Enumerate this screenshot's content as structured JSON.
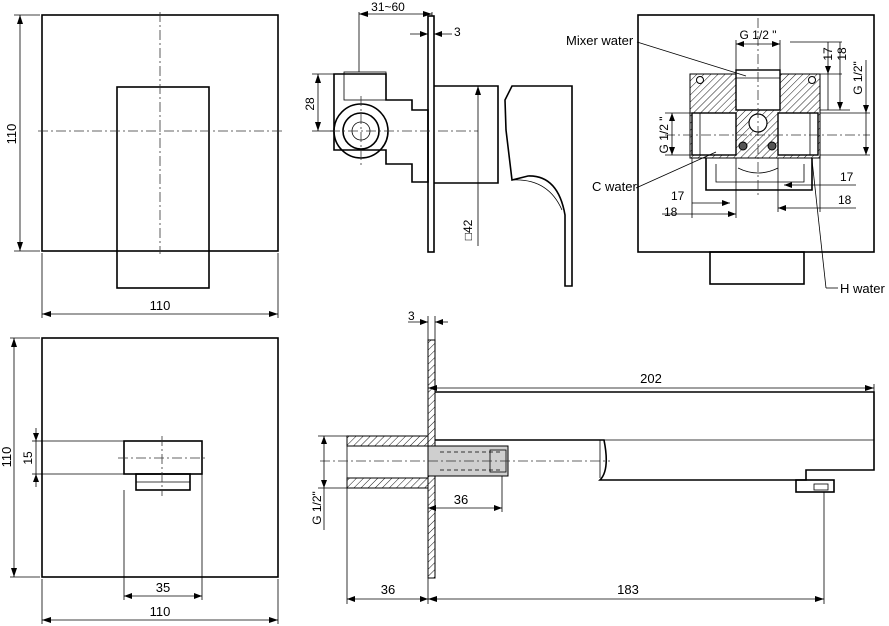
{
  "front_view": {
    "height_label": "110",
    "width_label": "110"
  },
  "side_view": {
    "depth_range_label": "31~60",
    "plate_thickness_label": "3",
    "body_height_label": "28",
    "square_label": "□42"
  },
  "valve_body_view": {
    "mixer_water_label": "Mixer water",
    "c_water_label": "C water",
    "h_water_label": "H water",
    "top_thread_label": "G 1/2 \"",
    "left_thread_label": "G 1/2 \"",
    "right_thread_label": "G 1/2\"",
    "top_dim_17": "17",
    "top_dim_18": "18",
    "left_dim_17": "17",
    "left_dim_18": "18",
    "right_dim_17": "17",
    "right_dim_18": "18"
  },
  "spout_front_view": {
    "height_label": "110",
    "spout_height_label": "15",
    "spout_width_label": "35",
    "width_label": "110"
  },
  "spout_side_view": {
    "plate_thickness_label": "3",
    "spout_length_label": "202",
    "thread_label": "G 1/2\"",
    "insert_label": "36",
    "rear_label": "36",
    "front_label": "183"
  }
}
